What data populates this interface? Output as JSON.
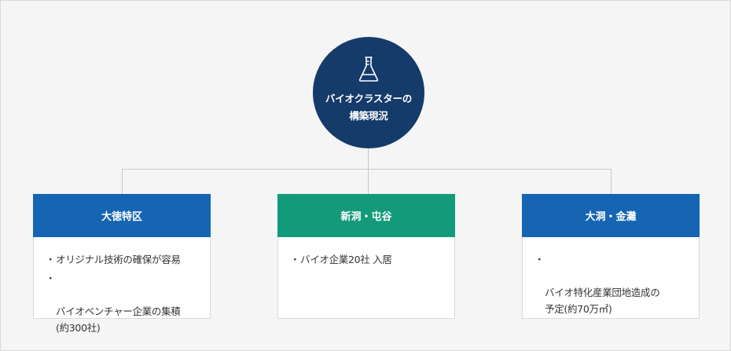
{
  "hub": {
    "title_line1": "バイオクラスターの",
    "title_line2": "構築現況",
    "icon": "flask-icon",
    "color": "#143b6a"
  },
  "cards": [
    {
      "title": "大徳特区",
      "color": "#1565b3",
      "items": [
        {
          "text": "オリジナル技術の確保が容易"
        },
        {
          "text": "バイオベンチャー企業の集積\n(約300社)"
        }
      ]
    },
    {
      "title": "新洞・屯谷",
      "color": "#129a7b",
      "items": [
        {
          "text": "バイオ企業20社 入居"
        }
      ]
    },
    {
      "title": "大洞・金灘",
      "color": "#1565b3",
      "items": [
        {
          "text": "バイオ特化産業団地造成の\n予定(約70万㎡)"
        }
      ]
    }
  ],
  "bullet": "・",
  "connector_color": "#c8c8c8"
}
